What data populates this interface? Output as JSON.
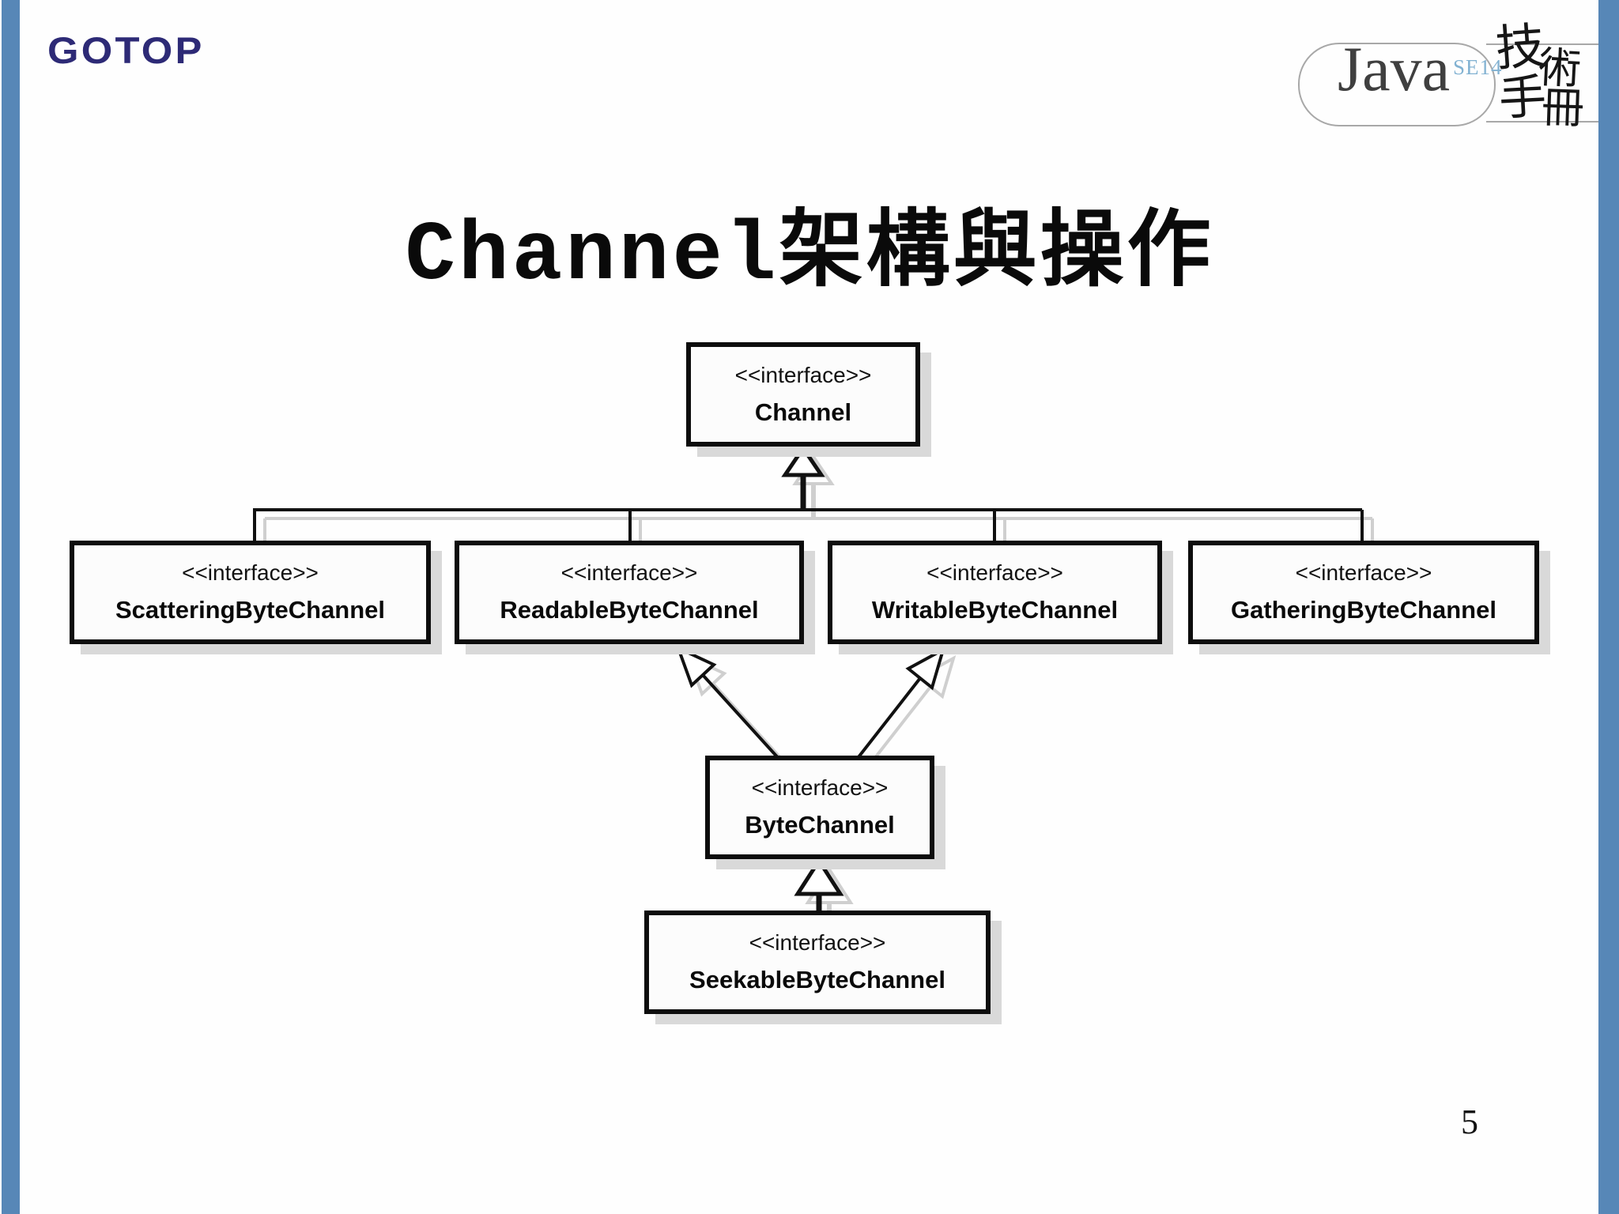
{
  "slide": {
    "title": "Channel架構與操作",
    "page_number": "5",
    "background_color": "#fefefe",
    "accent_bar_color": "#5787b7"
  },
  "branding": {
    "gotop_logo_text": "GOTOP",
    "gotop_color": "#2d2a76",
    "java_logo": {
      "java_text": "Java",
      "se_text": "SE14",
      "se_color": "#82b2d2",
      "cn_chars": [
        "技",
        "術",
        "手",
        "冊"
      ]
    }
  },
  "diagram": {
    "stereotype_label": "<<interface>>",
    "box_border_color": "#0d0d0d",
    "shadow_color": "#d9d9d9",
    "nodes": [
      {
        "name": "Channel"
      },
      {
        "name": "ScatteringByteChannel"
      },
      {
        "name": "ReadableByteChannel"
      },
      {
        "name": "WritableByteChannel"
      },
      {
        "name": "GatheringByteChannel"
      },
      {
        "name": "ByteChannel"
      },
      {
        "name": "SeekableByteChannel"
      }
    ],
    "relationships": [
      {
        "from": "ScatteringByteChannel",
        "to": "Channel",
        "type": "generalization"
      },
      {
        "from": "ReadableByteChannel",
        "to": "Channel",
        "type": "generalization"
      },
      {
        "from": "WritableByteChannel",
        "to": "Channel",
        "type": "generalization"
      },
      {
        "from": "GatheringByteChannel",
        "to": "Channel",
        "type": "generalization"
      },
      {
        "from": "ByteChannel",
        "to": "ReadableByteChannel",
        "type": "generalization"
      },
      {
        "from": "ByteChannel",
        "to": "WritableByteChannel",
        "type": "generalization"
      },
      {
        "from": "SeekableByteChannel",
        "to": "ByteChannel",
        "type": "generalization"
      }
    ]
  }
}
